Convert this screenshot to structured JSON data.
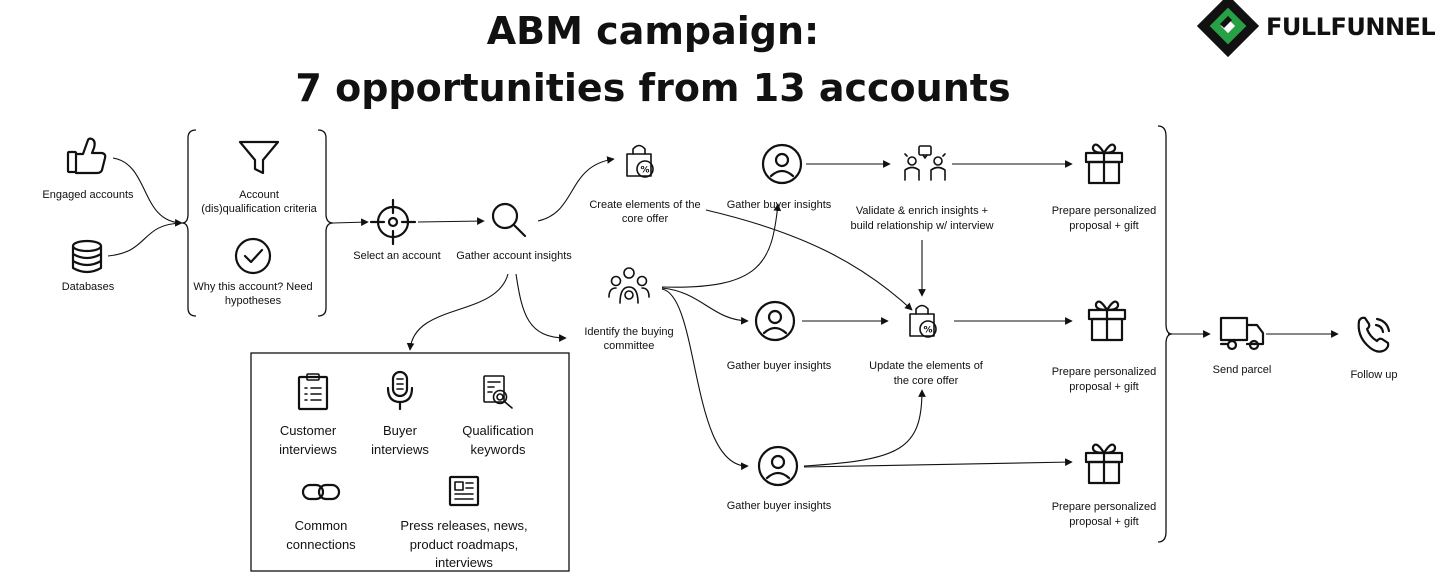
{
  "title": {
    "line1": "ABM campaign:",
    "line2": "7 opportunities from 13 accounts"
  },
  "brand": {
    "name": "FULLFUNNEL",
    "primary_color": "#27a046",
    "dark_color": "#111111"
  },
  "nodes": {
    "engaged": {
      "label": "Engaged accounts",
      "icon": "thumbs-up-icon"
    },
    "databases": {
      "label": "Databases",
      "icon": "database-icon"
    },
    "criteria": {
      "lines": [
        "Account",
        "(dis)qualification criteria"
      ],
      "icon": "filter-icon"
    },
    "why": {
      "lines": [
        "Why this account? Need",
        "hypotheses"
      ],
      "icon": "check-circle-icon"
    },
    "select": {
      "label": "Select an account",
      "icon": "target-icon"
    },
    "gather_account": {
      "label": "Gather account insights",
      "icon": "magnifier-icon"
    },
    "create_offer": {
      "lines": [
        "Create elements of the",
        "core offer"
      ],
      "icon": "shopping-bag-percent-icon"
    },
    "committee": {
      "lines": [
        "Identify the buying",
        "committee"
      ],
      "icon": "group-icon"
    },
    "buyer1": {
      "label": "Gather buyer insights",
      "icon": "user-icon"
    },
    "buyer2": {
      "label": "Gather buyer insights",
      "icon": "user-icon"
    },
    "buyer3": {
      "label": "Gather buyer insights",
      "icon": "user-icon"
    },
    "validate": {
      "lines": [
        "Validate & enrich insights +",
        "build relationship w/ interview"
      ],
      "icon": "interview-icon"
    },
    "update_offer": {
      "lines": [
        "Update the elements of",
        "the core offer"
      ],
      "icon": "shopping-bag-percent-icon"
    },
    "proposal1": {
      "lines": [
        "Prepare personalized",
        "proposal + gift"
      ],
      "icon": "gift-icon"
    },
    "proposal2": {
      "lines": [
        "Prepare personalized",
        "proposal + gift"
      ],
      "icon": "gift-icon"
    },
    "proposal3": {
      "lines": [
        "Prepare personalized",
        "proposal + gift"
      ],
      "icon": "gift-icon"
    },
    "send": {
      "label": "Send parcel",
      "icon": "truck-icon"
    },
    "follow": {
      "label": "Follow up",
      "icon": "phone-icon"
    }
  },
  "sources_box": {
    "items": [
      {
        "lines": [
          "Customer",
          "interviews"
        ],
        "icon": "clipboard-icon"
      },
      {
        "lines": [
          "Buyer",
          "interviews"
        ],
        "icon": "microphone-icon"
      },
      {
        "lines": [
          "Qualification",
          "keywords"
        ],
        "icon": "document-search-icon"
      },
      {
        "lines": [
          "Common",
          "connections"
        ],
        "icon": "link-icon"
      },
      {
        "lines": [
          "Press releases, news,",
          "product roadmaps,",
          "interviews"
        ],
        "icon": "newspaper-icon"
      }
    ]
  }
}
